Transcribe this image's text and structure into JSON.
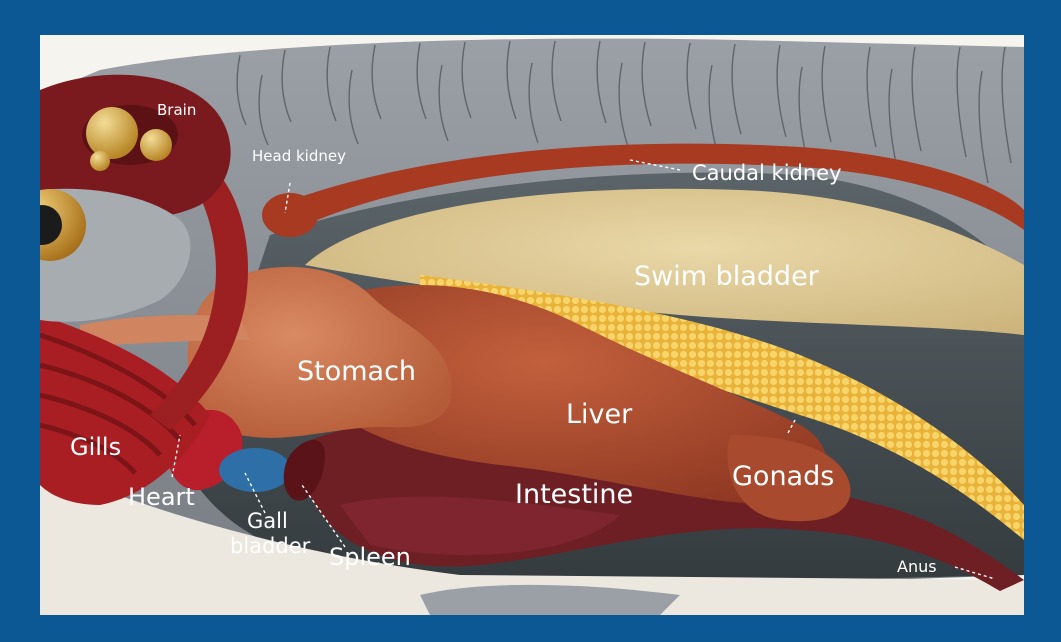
{
  "diagram": {
    "labels": {
      "brain": "Brain",
      "head_kidney": "Head kidney",
      "caudal_kidney": "Caudal kidney",
      "swim_bladder": "Swim bladder",
      "stomach": "Stomach",
      "liver": "Liver",
      "gills": "Gills",
      "heart": "Heart",
      "gall_bladder_line1": "Gall",
      "gall_bladder_line2": "bladder",
      "spleen": "Spleen",
      "intestine": "Intestine",
      "gonads": "Gonads",
      "anus": "Anus"
    },
    "colors": {
      "frame": "#0b5894",
      "body_gray": "#8a8f95",
      "cavity_dark": "#4a5257",
      "swim_bladder": "#e2cf9c",
      "kidney": "#a83a22",
      "stomach": "#c56a45",
      "liver": "#a84a2d",
      "intestine": "#6d1f24",
      "gonads": "#f2c24a",
      "gall_bladder": "#2f6fa8",
      "brain": "#c89a3a",
      "eye": "#d7a13a",
      "gills": "#a81e22"
    }
  }
}
